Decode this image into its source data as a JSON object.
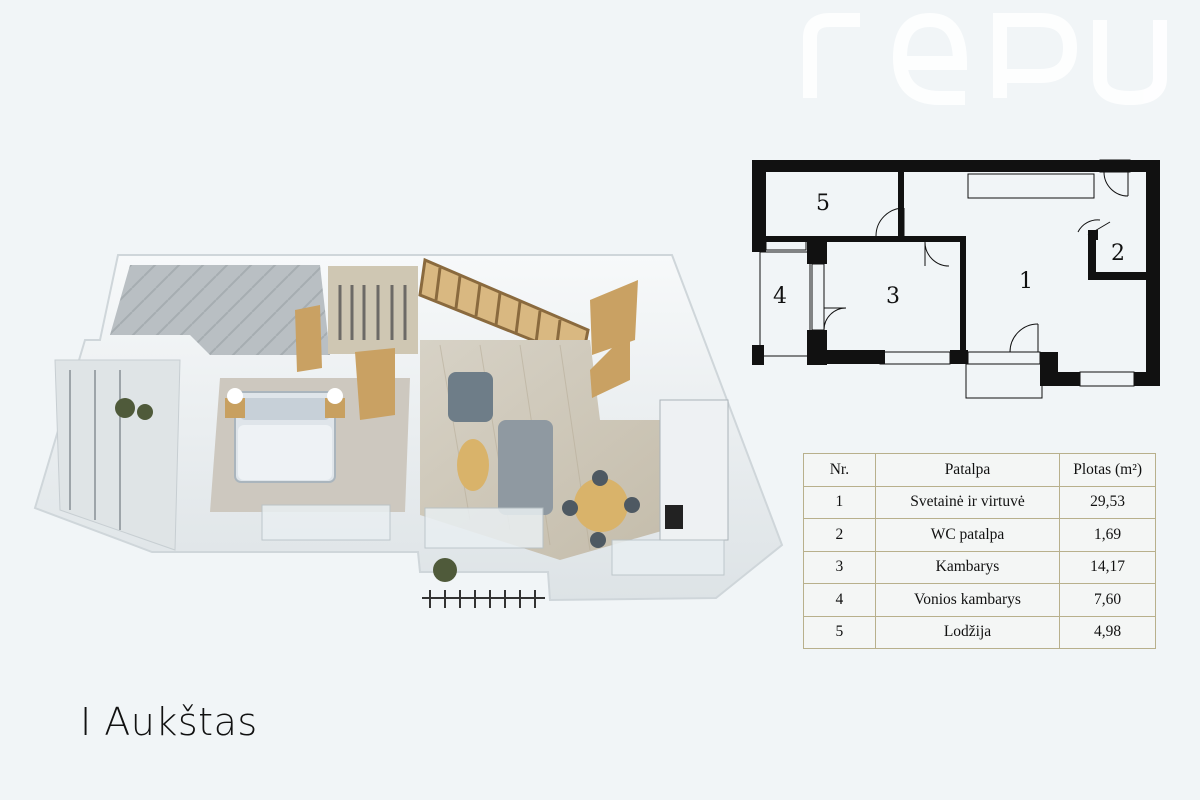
{
  "floor_title": "I Aukštas",
  "plan_labels": [
    "1",
    "2",
    "3",
    "4",
    "5"
  ],
  "table": {
    "headers": [
      "Nr.",
      "Patalpa",
      "Plotas (m²)"
    ],
    "rows": [
      [
        "1",
        "Svetainė ir virtuvė",
        "29,53"
      ],
      [
        "2",
        "WC patalpa",
        "1,69"
      ],
      [
        "3",
        "Kambarys",
        "14,17"
      ],
      [
        "4",
        "Vonios kambarys",
        "7,60"
      ],
      [
        "5",
        "Lodžija",
        "4,98"
      ]
    ]
  },
  "colors": {
    "background": "#f1f5f7",
    "wall": "#111111",
    "table_border": "#b8b08c",
    "floor_wood": "#c9b99a",
    "interior_wall": "#f4f6f7"
  }
}
